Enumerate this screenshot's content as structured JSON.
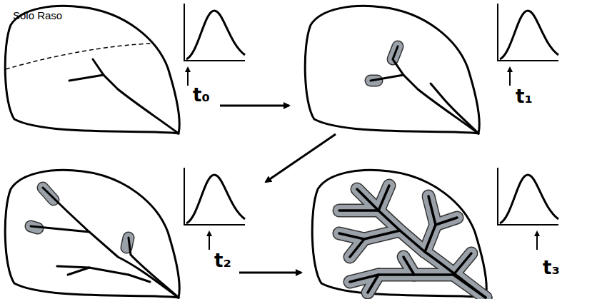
{
  "diagram": {
    "labels": [
      "Solo Raso",
      "t₀",
      "t₁",
      "t₂",
      "t₃"
    ]
  }
}
